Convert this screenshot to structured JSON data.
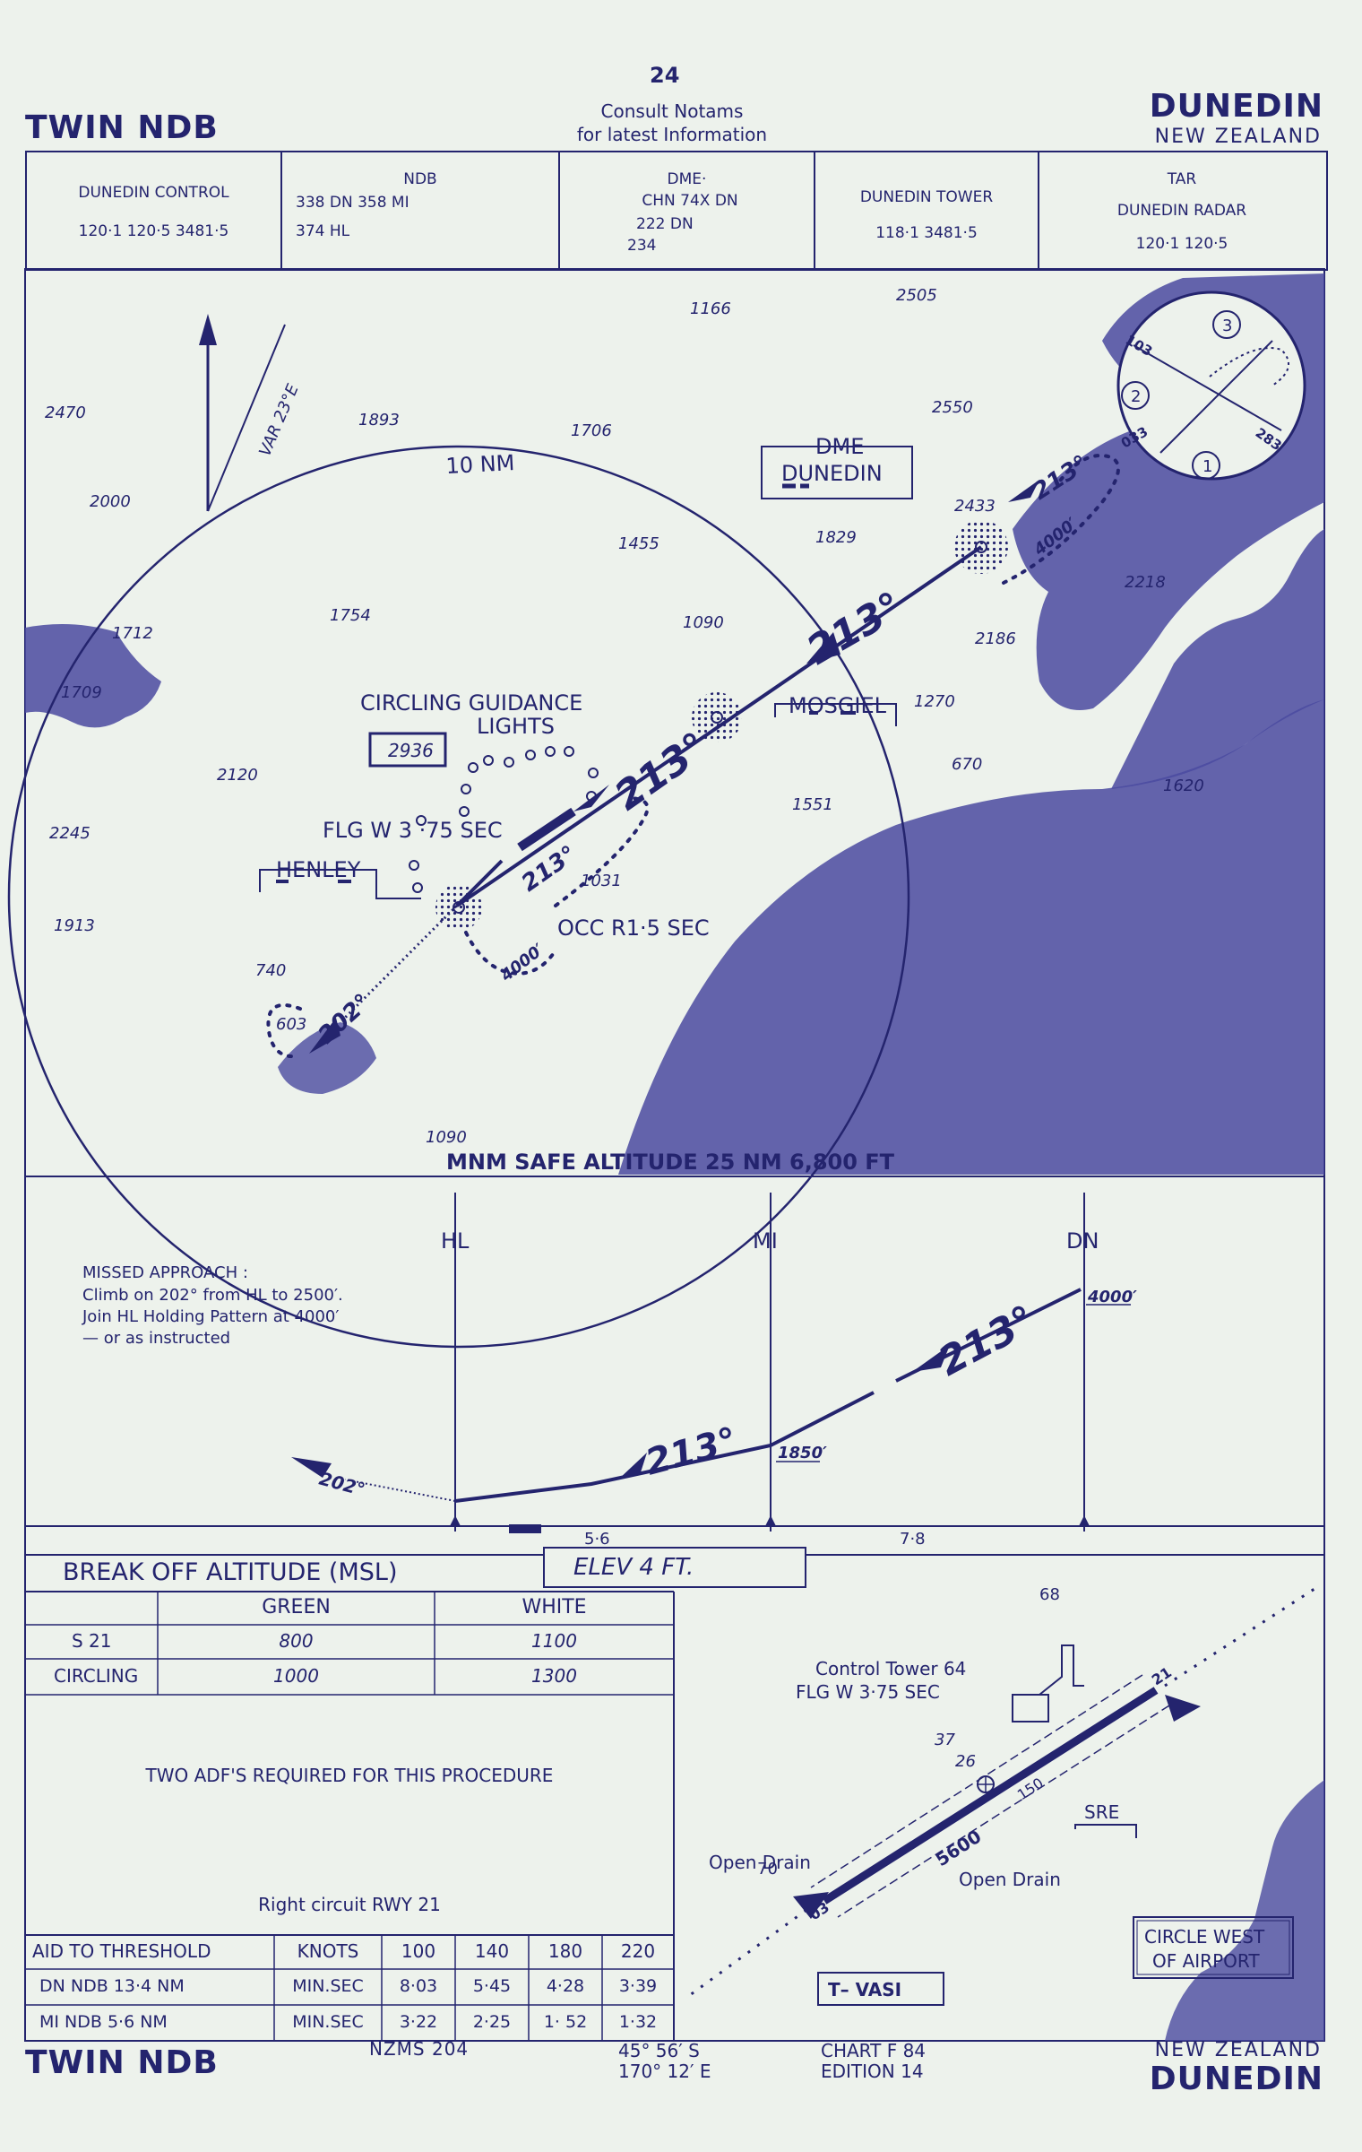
{
  "page_number": "24",
  "notice": [
    "Consult  Notams",
    "for  latest  Information"
  ],
  "header": {
    "left_title": "TWIN  NDB",
    "right_title": "DUNEDIN",
    "right_sub": "NEW ZEALAND"
  },
  "footer": {
    "left_title": "TWIN  NDB",
    "nzms": "NZMS  204",
    "coords": [
      "45° 56′ S",
      "170° 12′ E"
    ],
    "chart": [
      "CHART  F 84",
      "EDITION  14"
    ],
    "right_sub": "NEW  ZEALAND",
    "right_title": "DUNEDIN"
  },
  "freq_boxes": [
    {
      "label": "DUNEDIN  CONTROL",
      "lines": [
        "120·1      120·5      3481·5"
      ]
    },
    {
      "label": "NDB",
      "lines": [
        "338  DN          358   MI",
        "374  HL"
      ]
    },
    {
      "label": "DME·",
      "lines": [
        "CHN  74X DN",
        "222          DN",
        "234"
      ]
    },
    {
      "label": "DUNEDIN  TOWER",
      "lines": [
        "118·1           3481·5"
      ]
    },
    {
      "label": "TAR",
      "lines": [
        "DUNEDIN   RADAR",
        "120·1                   120·5"
      ]
    }
  ],
  "plan": {
    "var": "VAR  23°E",
    "ring": "10 NM",
    "msa": "MNM SAFE ALTITUDE 25 NM   6,800 FT",
    "dme_box": [
      "DME",
      "DUNEDIN"
    ],
    "mosgiel": "MOSGIEL",
    "henley": "HENLEY",
    "circling": [
      "CIRCLING  GUIDANCE",
      "LIGHTS"
    ],
    "obstacle_box": "2936",
    "flg": "FLG W 3 ·75 SEC",
    "occ": "OCC R1·5 SEC",
    "courses": [
      "213°",
      "213°",
      "213°",
      "202°",
      "213°"
    ],
    "altitudes": [
      "4000′",
      "4000′"
    ],
    "spot_heights": [
      "1166",
      "2505",
      "2470",
      "1893",
      "1706",
      "2550",
      "2000",
      "1455",
      "1829",
      "2433",
      "2218",
      "1754",
      "1090",
      "2186",
      "1712",
      "1709",
      "2120",
      "1270",
      "670",
      "1620",
      "1551",
      "2245",
      "1031",
      "1913",
      "740",
      "603",
      "1090"
    ],
    "inset": {
      "labels": [
        "103",
        "033",
        "283"
      ],
      "nums": [
        "1",
        "2",
        "3"
      ]
    }
  },
  "profile": {
    "fixes": [
      "HL",
      "MI",
      "DN"
    ],
    "missed": [
      "MISSED APPROACH :",
      "Climb on 202° from HL to 2500′.",
      "Join HL Holding Pattern at 4000′",
      "— or as instructed"
    ],
    "alts": [
      "4000′",
      "1850′"
    ],
    "courses": [
      "213°",
      "213°",
      "202°"
    ],
    "distances": [
      "5·6",
      "7·8"
    ]
  },
  "break_off": {
    "title": "BREAK  OFF  ALTITUDE   (MSL)",
    "elev": "ELEV       4       FT.",
    "cols": [
      "GREEN",
      "WHITE"
    ],
    "rows": [
      [
        "S   21",
        "800",
        "1100"
      ],
      [
        "CIRCLING",
        "1000",
        "1300"
      ]
    ]
  },
  "notes": {
    "adf": "TWO  ADF'S  REQUIRED  FOR  THIS  PROCEDURE",
    "circuit": "Right  circuit  RWY  21"
  },
  "timing": {
    "header": [
      "AID TO THRESHOLD",
      "KNOTS",
      "100",
      "140",
      "180",
      "220"
    ],
    "rows": [
      [
        "DN NDB     13·4 NM",
        "MIN.SEC",
        "8·03",
        "5·45",
        "4·28",
        "3·39"
      ],
      [
        "MI  NDB      5·6 NM",
        "MIN.SEC",
        "3·22",
        "2·25",
        "1· 52",
        "1·32"
      ]
    ]
  },
  "airport": {
    "tower": [
      "Control Tower  64",
      "FLG W 3·75 SEC"
    ],
    "spots": [
      "68",
      "37",
      "26",
      "70"
    ],
    "drains": [
      "Open Drain",
      "Open Drain"
    ],
    "rwy": [
      "5600",
      "150",
      "21",
      "03"
    ],
    "sre": "SRE",
    "tvasi": "T– VASI",
    "circle": [
      "CIRCLE WEST",
      "OF AIRPORT"
    ]
  }
}
